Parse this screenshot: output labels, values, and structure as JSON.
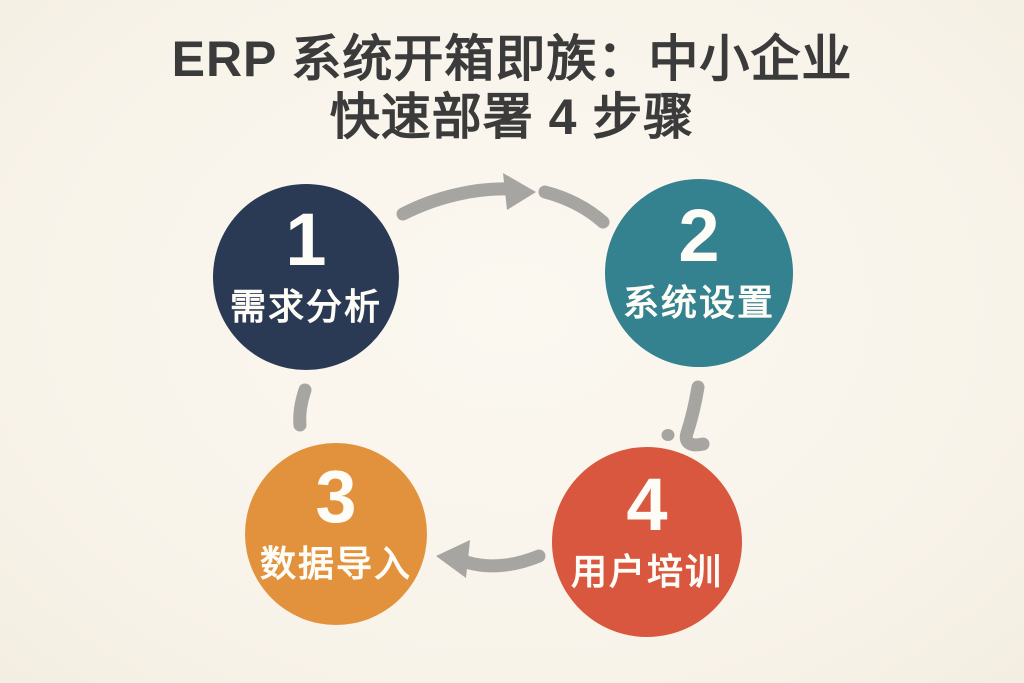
{
  "title": {
    "line1": "ERP 系统开箱即族：中小企业",
    "line2": "快速部署 4 步骤"
  },
  "steps": [
    {
      "number": "1",
      "label": "需求分析",
      "color": "#2b3a54"
    },
    {
      "number": "2",
      "label": "系统设置",
      "color": "#34818f"
    },
    {
      "number": "3",
      "label": "数据导入",
      "color": "#e2923d"
    },
    {
      "number": "4",
      "label": "用户培训",
      "color": "#d8573e"
    }
  ],
  "arrows": [
    {
      "name": "arrow-step1-to-step2",
      "style": "curved with head, pointing right"
    },
    {
      "name": "arrow-step2-to-step4",
      "style": "short dashed hook, pointing down"
    },
    {
      "name": "arrow-step4-to-step3",
      "style": "curved with head, pointing left"
    },
    {
      "name": "dash-step3-to-step1",
      "style": "short dash, no head"
    }
  ],
  "colors": {
    "background": "#f8f3e9",
    "title_text": "#3b3b3b",
    "step_text": "#fdfcf6",
    "arrow": "#a6a5a1"
  }
}
